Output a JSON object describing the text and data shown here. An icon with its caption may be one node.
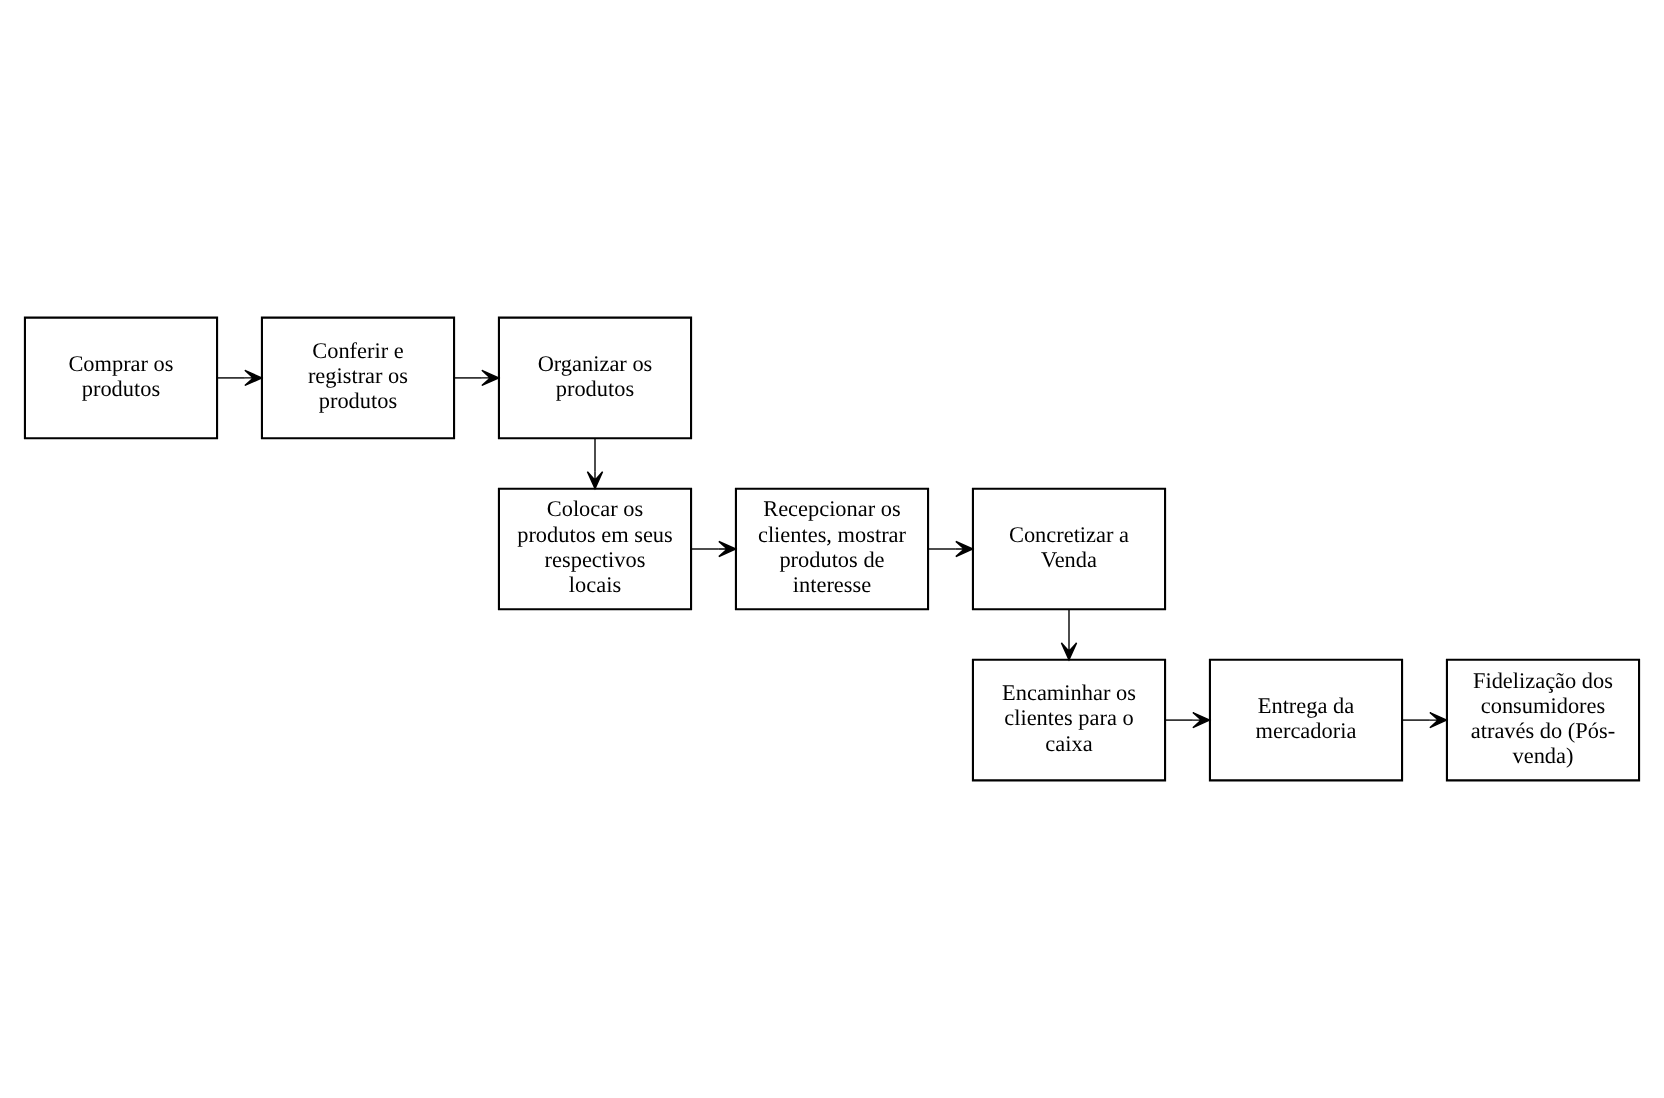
{
  "diagram": {
    "nodes": [
      {
        "text": [
          "Comprar os produtos"
        ]
      },
      {
        "text": [
          "Conferir e registrar os produtos"
        ]
      },
      {
        "text": [
          "Organizar os produtos"
        ]
      },
      {
        "text": [
          "Colocar os produtos em seus respectivos locais"
        ]
      },
      {
        "text": [
          "Recepcionar os clientes, mostrar produtos de interesse"
        ]
      },
      {
        "text": [
          "Concretizar a Venda"
        ]
      },
      {
        "text": [
          "Encaminhar os clientes para o caixa"
        ]
      },
      {
        "text": [
          "Entrega da mercadoria"
        ]
      },
      {
        "text": [
          "Fidelização dos consumidores através do (Pós-venda)"
        ]
      }
    ],
    "edges": [
      {
        "from": 0,
        "to": 1,
        "arrow": "to"
      },
      {
        "from": 1,
        "to": 2,
        "arrow": "to"
      },
      {
        "from": 2,
        "to": 3,
        "arrow": "to"
      },
      {
        "from": 3,
        "to": 4,
        "arrow": "to"
      },
      {
        "from": 4,
        "to": 5,
        "arrow": "to"
      },
      {
        "from": 5,
        "to": 6,
        "arrow": "to"
      },
      {
        "from": 6,
        "to": 7,
        "arrow": "to"
      },
      {
        "from": 7,
        "to": 8,
        "arrow": "to"
      }
    ]
  }
}
